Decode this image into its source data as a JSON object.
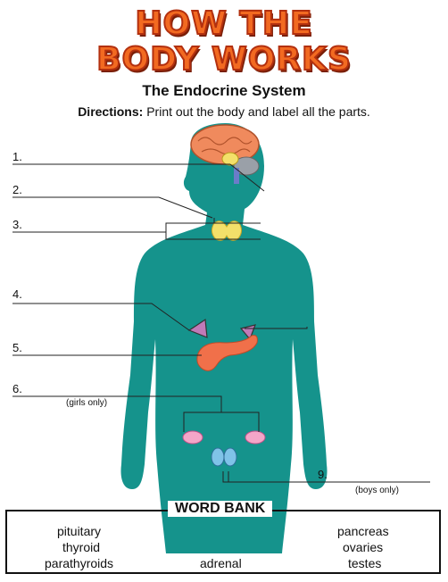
{
  "logo": {
    "line1": "HOW THE",
    "line2": "BODY WORKS"
  },
  "title": "The Endocrine System",
  "directions": {
    "label": "Directions:",
    "text": "Print out the body and label all the parts."
  },
  "labels": [
    "1.",
    "2.",
    "3.",
    "4.",
    "5.",
    "6.",
    "9."
  ],
  "notes": {
    "girls": "(girls only)",
    "boys": "(boys only)"
  },
  "word_bank": {
    "title": "WORD BANK",
    "words": [
      "pituitary",
      "thyroid",
      "parathyroids",
      "adrenal",
      "pancreas",
      "ovaries",
      "testes"
    ]
  },
  "colors": {
    "body": "#15938c",
    "brain": "#f08a5d",
    "thyroid": "#f3e06a",
    "pancreas": "#f0704a",
    "adrenal": "#c07ab8",
    "ovaries": "#f4a6c8",
    "testes": "#7fc3e8",
    "logo": "#f26a21"
  }
}
